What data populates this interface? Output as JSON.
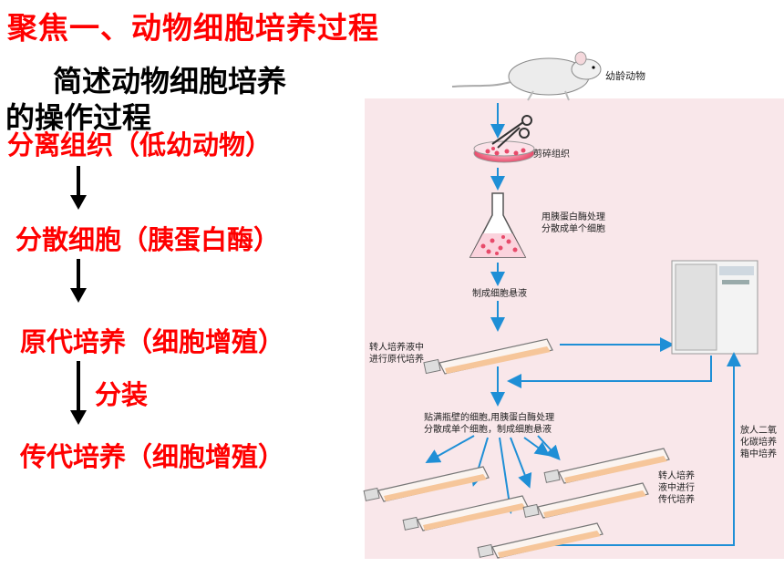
{
  "title": "聚焦一、动物细胞培养过程",
  "subtitle": {
    "line1": "简述动物细胞培养",
    "line2": "的操作过程"
  },
  "flow": {
    "steps": [
      "分离组织（低幼动物）",
      "分散细胞（胰蛋白酶）",
      "原代培养（细胞增殖）",
      "传代培养（细胞增殖）"
    ],
    "split_label": "分装"
  },
  "figure": {
    "labels": {
      "young_animal": "幼龄动物",
      "mince_tissue": "剪碎组织",
      "trypsin_line1": "用胰蛋白酶处理",
      "trypsin_line2": "分散成单个细胞",
      "suspension": "制成细胞悬液",
      "primary_line1": "转人培养液中",
      "primary_line2": "进行原代培养",
      "wall_line1": "贴满瓶壁的细胞,用胰蛋白酶处理",
      "wall_line2": "分散成单个细胞，制成细胞悬液",
      "co2_line1": "放人二氧",
      "co2_line2": "化碳培养",
      "co2_line3": "箱中培养",
      "subculture_line1": "转人培养",
      "subculture_line2": "液中进行",
      "subculture_line3": "传代培养"
    },
    "colors": {
      "arrow": "#1f8fd6",
      "background": "#f9e7ea",
      "cells": "#e84a6a"
    }
  }
}
